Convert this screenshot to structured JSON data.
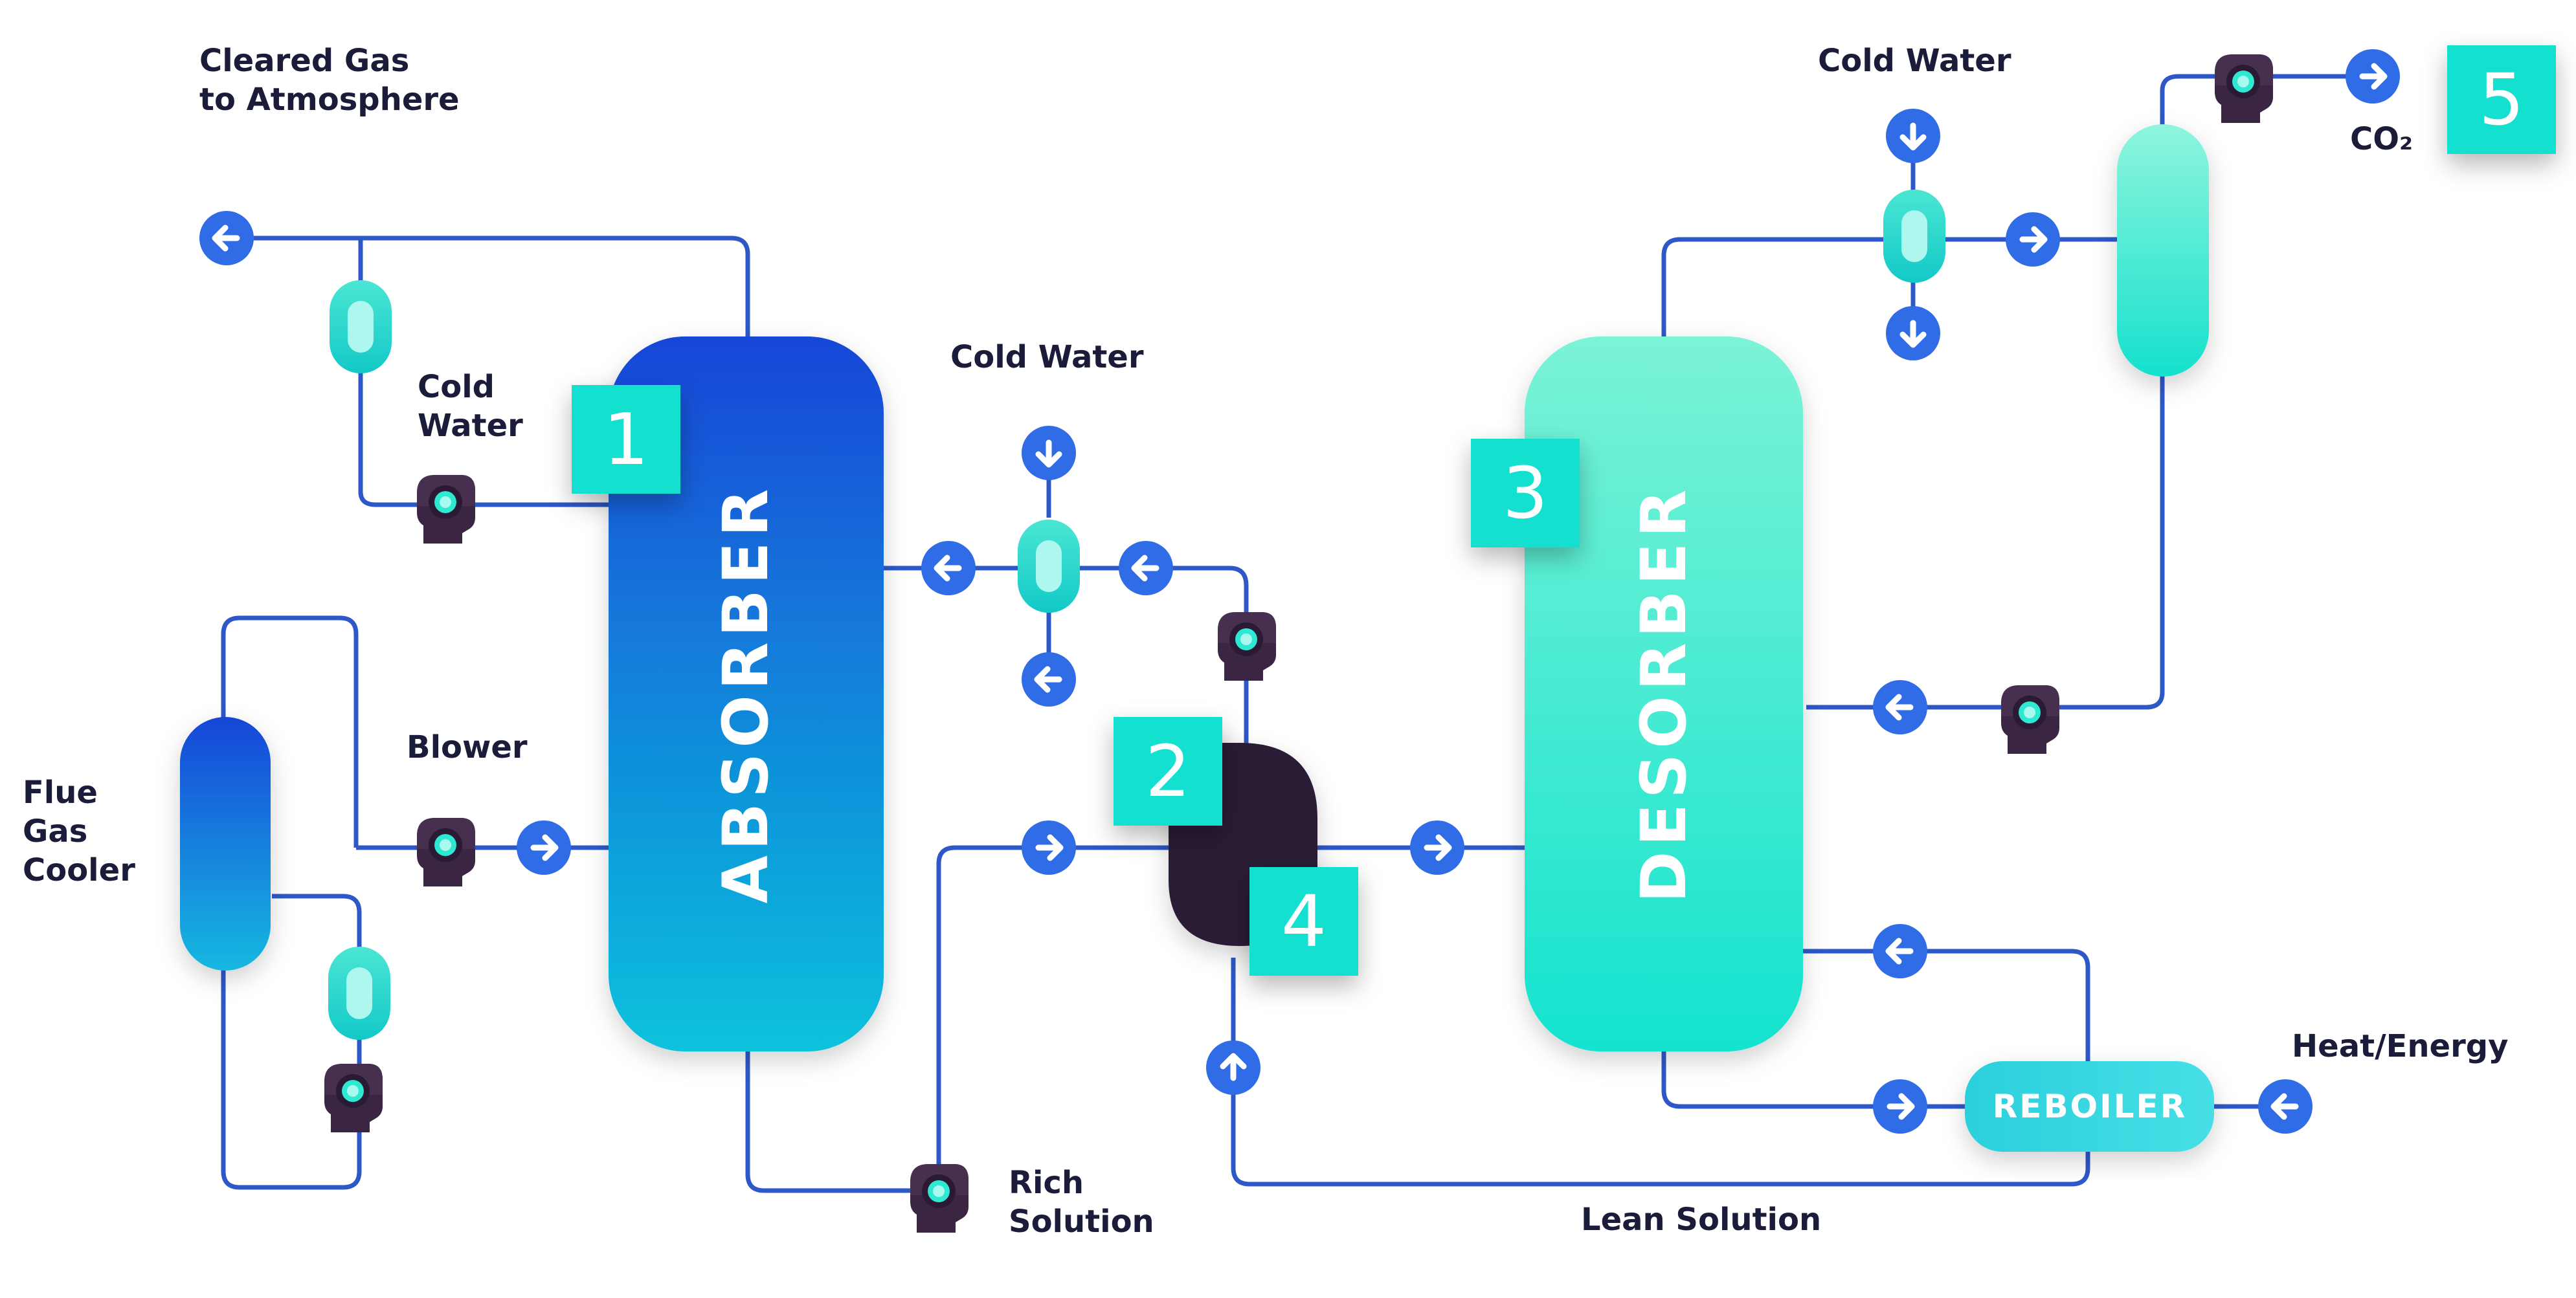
{
  "labels": {
    "cleared_gas": "Cleared Gas\nto Atmosphere",
    "cold_water_left": "Cold\nWater",
    "cold_water_center": "Cold Water",
    "cold_water_top": "Cold Water",
    "co2": "CO₂",
    "blower": "Blower",
    "flue_gas_cooler": "Flue\nGas\nCooler",
    "rich_solution": "Rich\nSolution",
    "lean_solution": "Lean Solution",
    "heat_energy": "Heat/Energy"
  },
  "units": {
    "absorber": "ABSORBER",
    "desorber": "DESORBER",
    "reboiler": "REBOILER"
  },
  "badges": {
    "b1": "1",
    "b2": "2",
    "b3": "3",
    "b4": "4",
    "b5": "5"
  },
  "colors": {
    "pipe": "#2e58c8",
    "arrow": "#2f6ce5",
    "absorber_top": "#1446d8",
    "absorber_bottom": "#0fc2dc",
    "desorber_top": "#7bf3d6",
    "desorber_bottom": "#14e3cf",
    "badge": "#14e0d0",
    "pump": "#3a2543",
    "exchanger": "#2a1a36"
  },
  "icons": [
    "arrow-left-icon",
    "arrow-right-icon",
    "arrow-up-icon",
    "arrow-down-icon",
    "pump-icon",
    "cooler-icon"
  ]
}
